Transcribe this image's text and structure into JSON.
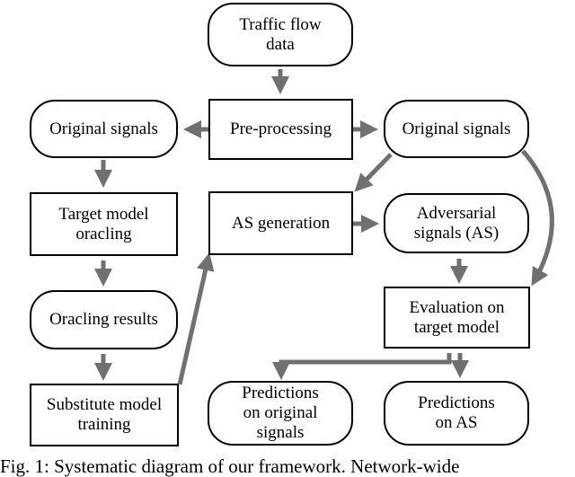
{
  "diagram": {
    "nodes": {
      "traffic_flow": "Traffic flow\ndata",
      "preprocessing": "Pre-processing",
      "original_left": "Original signals",
      "original_right": "Original signals",
      "target_oracling": "Target model\noracling",
      "as_generation": "AS generation",
      "adversarial": "Adversarial\nsignals (AS)",
      "oracling_results": "Oracling results",
      "evaluation": "Evaluation on\ntarget model",
      "substitute_training": "Substitute model\ntraining",
      "predictions_original": "Predictions\non original\nsignals",
      "predictions_as": "Predictions\non AS"
    },
    "arrow_color": "#707070"
  },
  "caption": "Fig. 1: Systematic diagram of our framework. Network-wide"
}
